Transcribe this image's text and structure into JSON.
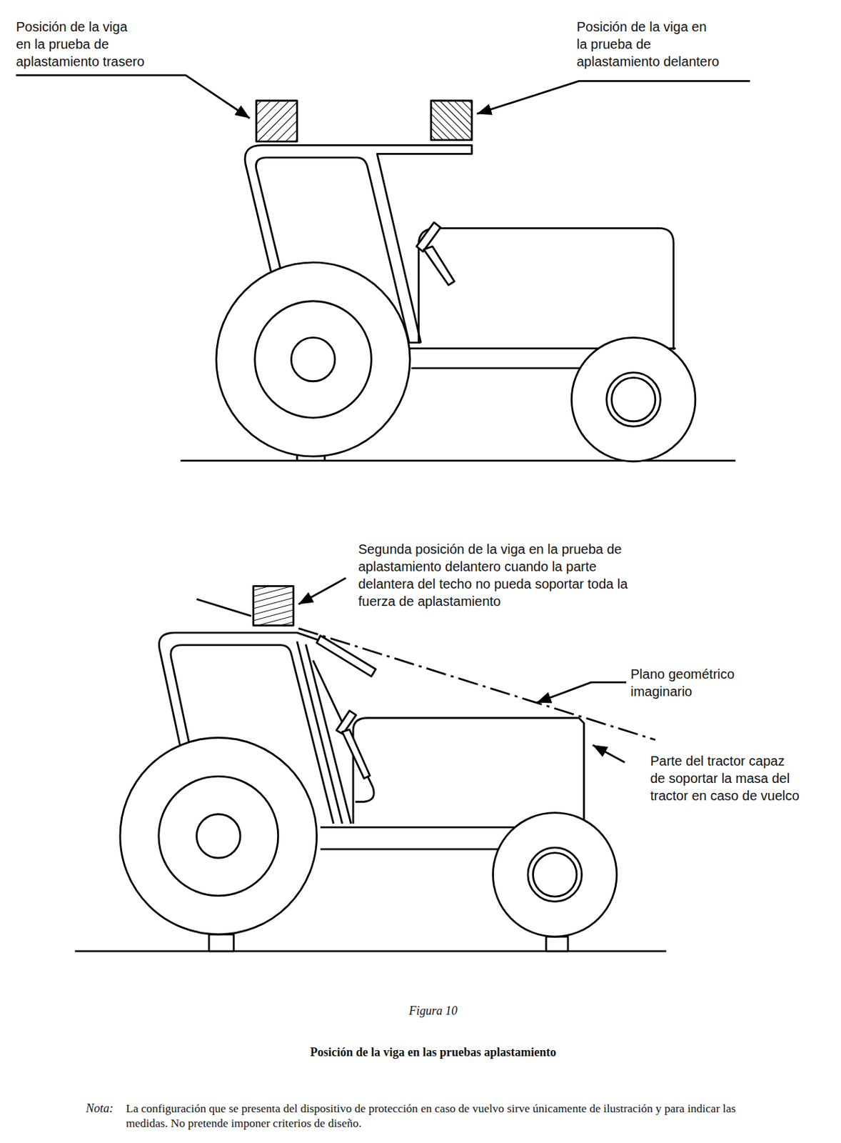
{
  "diagram": {
    "caption": "Posición de la viga en las pruebas aplastamiento",
    "labels": [
      "Posición de la viga en la prueba de aplastamiento trasero",
      "Posición de la viga en la prueba de aplastamiento delantero",
      "Segunda posición de la viga en la prueba de aplastamiento delantero cuando la parte delantera del techo no pueda soportar toda la fuerza de aplastamiento",
      "Plano geométrico imaginario",
      "Parte del tractor capaz de soportar la masa del tractor en caso de vuelco",
      "Figura 10",
      "Nota:",
      "La configuración que se presenta del dispositivo de protección en caso de vuelvo sirve únicamente de ilustración y para indicar las medidas. No pretende imponer criterios de diseño."
    ]
  }
}
